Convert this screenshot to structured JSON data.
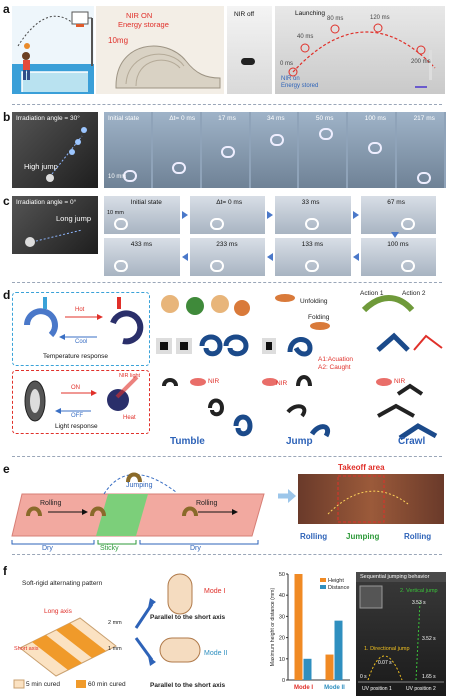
{
  "panels": {
    "a": {
      "label": "a",
      "nir_on_text": "NIR ON",
      "energy_storage": "Energy storage",
      "mass": "10mg",
      "nir_off": "NIR off",
      "launching": "Launching",
      "t0": "0 ms",
      "t40": "40 ms",
      "t80": "80 ms",
      "t120": "120 ms",
      "t200": "200 ms",
      "nir_on_stored_1": "NIR on",
      "nir_on_stored_2": "Energy stored"
    },
    "b": {
      "label": "b",
      "angle": "Irradiation angle = 30°",
      "mode": "High jump",
      "frames": [
        "Initial state",
        "Δt= 0 ms",
        "17 ms",
        "34 ms",
        "50 ms",
        "100 ms",
        "217 ms"
      ],
      "scale": "10 mm"
    },
    "c": {
      "label": "c",
      "angle": "Irradiation angle = 0°",
      "mode": "Long jump",
      "top_frames": [
        "Initial state",
        "Δt= 0 ms",
        "33 ms",
        "67 ms"
      ],
      "bottom_frames": [
        "433 ms",
        "233 ms",
        "133 ms",
        "100 ms"
      ],
      "scale": "10 mm"
    },
    "d": {
      "label": "d",
      "temperature_response": "Temperature response",
      "hot": "Hot",
      "cool": "Cool",
      "light_response": "Light response",
      "on": "ON",
      "off": "OFF",
      "heat": "Heat",
      "nir_light": "NIR light",
      "unfolding": "Unfolding",
      "folding": "Folding",
      "action1": "Action 1",
      "action2": "Action 2",
      "a1": "A1:Acuation",
      "a2": "A2: Caught",
      "nir": "NIR",
      "tumble": "Tumble",
      "jump": "Jump",
      "crawl": "Crawl"
    },
    "e": {
      "label": "e",
      "takeoff": "Takeoff area",
      "rolling": "Rolling",
      "jumping": "Jumping",
      "dry": "Dry",
      "sticky": "Sticky"
    },
    "f": {
      "label": "f",
      "pattern_title": "Soft-rigid alternating pattern",
      "long_axis": "Long axis",
      "short_axis": "Short axis",
      "dim_2mm": "2 mm",
      "dim_1mm": "1 mm",
      "legend_5": "5 min cured",
      "legend_60": "60 min cured",
      "mode1": "Mode I",
      "mode2": "Mode II",
      "parallel1": "Parallel to the short axis",
      "parallel2": "Parallel to the short axis",
      "seq_title": "Sequential jumping behavior",
      "vertical_jump": "2. Vertical jump",
      "directional_jump": "1. Directional jump",
      "t1": "3.53 s",
      "t2": "3.52 s",
      "t3": "0.07 s",
      "t4": "0 s",
      "t5": "1.65 s",
      "uv1": "UV position 1",
      "uv2": "UV position 2"
    }
  },
  "chart_data": {
    "type": "bar",
    "categories": [
      "Mode I",
      "Mode II"
    ],
    "series": [
      {
        "name": "Height",
        "values": [
          50,
          12
        ],
        "color": "#f08a24"
      },
      {
        "name": "Distance",
        "values": [
          10,
          28
        ],
        "color": "#2f8fbf"
      }
    ],
    "ylabel": "Maximum height or distance (mm)",
    "ylim": [
      0,
      50
    ],
    "yticks": [
      0,
      10,
      20,
      30,
      40,
      50
    ],
    "legend": "top-right"
  },
  "colors": {
    "accent_blue": "#3a6fc4",
    "label_blue": "#2e63b8",
    "label_green": "#2e9a3a",
    "red": "#e0302a",
    "dry_strip": "#f2a9a0",
    "sticky_strip": "#7ccf7a"
  }
}
